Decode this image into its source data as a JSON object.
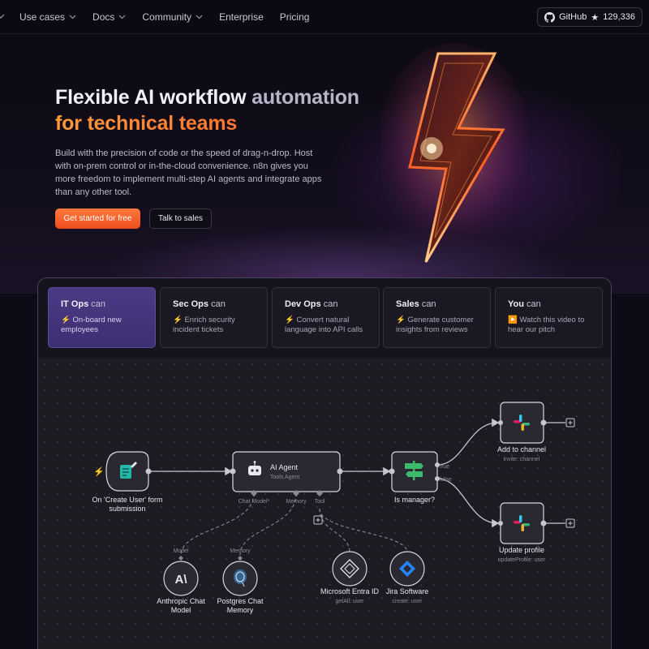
{
  "nav": {
    "items": [
      {
        "label": "Use cases",
        "dropdown": true
      },
      {
        "label": "Docs",
        "dropdown": true
      },
      {
        "label": "Community",
        "dropdown": true
      },
      {
        "label": "Enterprise",
        "dropdown": false
      },
      {
        "label": "Pricing",
        "dropdown": false
      }
    ],
    "github": {
      "label": "GitHub",
      "star": "★",
      "count": "129,336"
    }
  },
  "hero": {
    "title_line1_a": "Flexible AI workflow",
    "title_line1_b": "automation",
    "title_line2": "for technical teams",
    "description": "Build with the precision of code or the speed of drag-n-drop. Host with on-prem control or in-the-cloud convenience. n8n gives you more freedom to implement multi-step AI agents and integrate apps than any other tool.",
    "cta_primary": "Get started for free",
    "cta_secondary": "Talk to sales"
  },
  "tabs": [
    {
      "role": "IT Ops",
      "can": "can",
      "desc": "⚡ On-board new employees",
      "active": true
    },
    {
      "role": "Sec Ops",
      "can": "can",
      "desc": "⚡ Enrich security incident tickets",
      "active": false
    },
    {
      "role": "Dev Ops",
      "can": "can",
      "desc": "⚡ Convert natural language into API calls",
      "active": false
    },
    {
      "role": "Sales",
      "can": "can",
      "desc": "⚡ Generate customer insights from reviews",
      "active": false
    },
    {
      "role": "You",
      "can": "can",
      "desc": "▶️ Watch this video to hear our pitch",
      "active": false
    }
  ],
  "workflow": {
    "trigger": {
      "label_line1": "On 'Create User' form",
      "label_line2": "submission"
    },
    "agent": {
      "title": "AI Agent",
      "subtitle": "Tools Agent",
      "port_chat": "Chat Model*",
      "port_memory": "Memory",
      "port_tool": "Tool"
    },
    "manager": {
      "label": "Is manager?",
      "branch_true": "true",
      "branch_false": "false"
    },
    "slack_add": {
      "label": "Add to channel",
      "sub": "invite: channel"
    },
    "slack_update": {
      "label": "Update profile",
      "sub": "updateProfile: user"
    },
    "anthropic": {
      "port": "Model",
      "label_line1": "Anthropic Chat",
      "label_line2": "Model"
    },
    "postgres": {
      "port": "Memory",
      "label_line1": "Postgres Chat",
      "label_line2": "Memory"
    },
    "entra": {
      "label": "Microsoft Entra ID",
      "sub": "getAll: user"
    },
    "jira": {
      "label": "Jira Software",
      "sub": "create: user"
    }
  },
  "colors": {
    "accent_orange": "#ff6a2b",
    "active_tab": "#4a3a85",
    "slack_green": "#2eb67d",
    "jira_blue": "#2684ff"
  }
}
